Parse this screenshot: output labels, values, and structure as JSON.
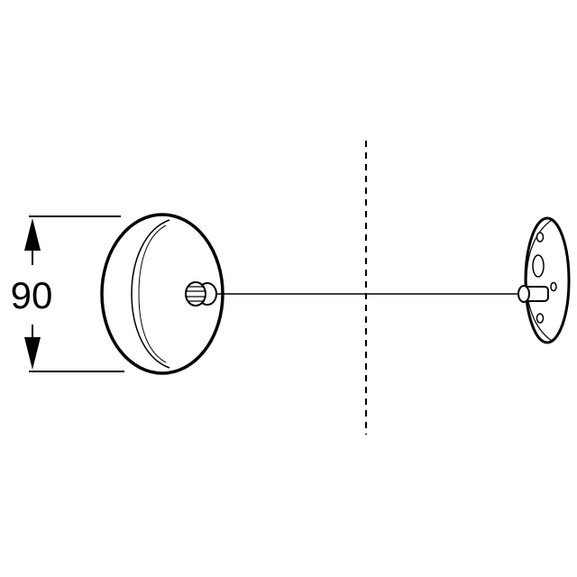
{
  "diagram": {
    "dimension": {
      "value": "90"
    },
    "colors": {
      "stroke": "#000000",
      "background": "#ffffff"
    },
    "parts": [
      "housing-reel",
      "tension-cord",
      "wall-bracket",
      "center-line"
    ]
  }
}
